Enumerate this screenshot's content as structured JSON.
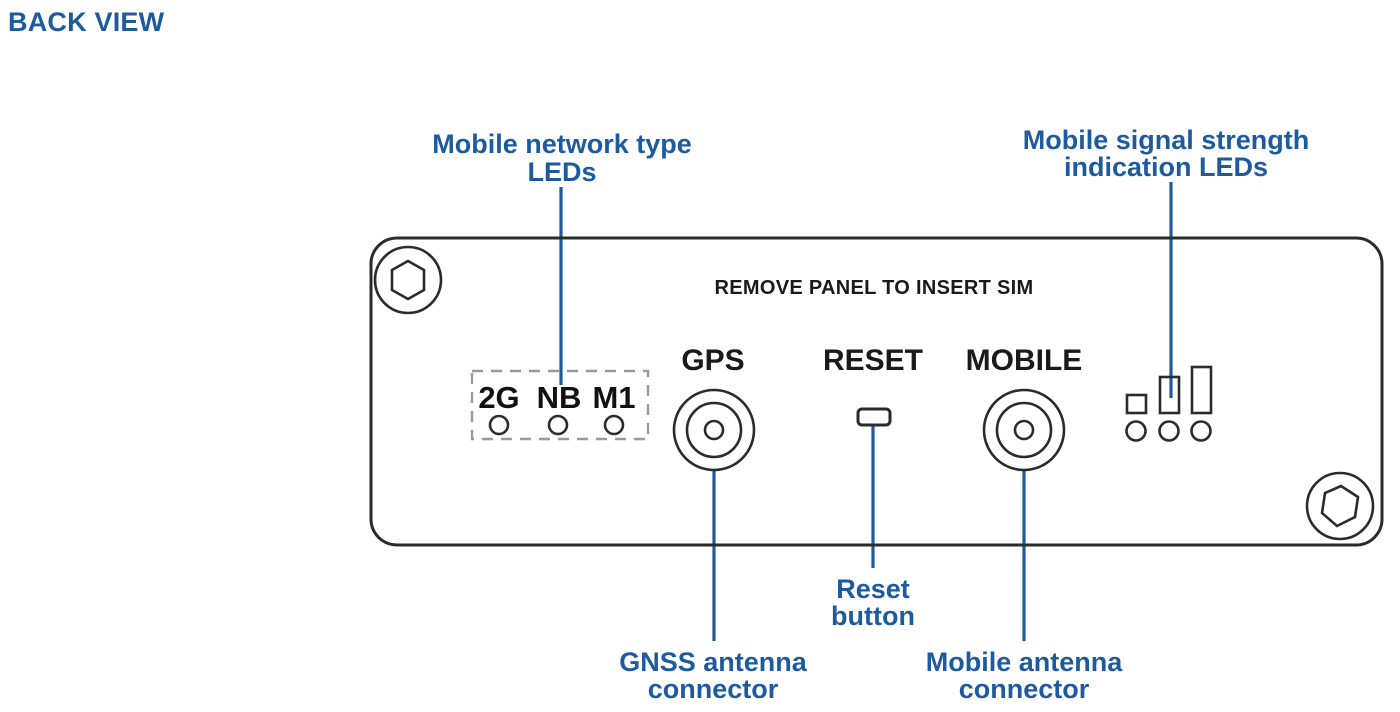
{
  "figure": {
    "title": "BACK VIEW",
    "accent_color": "#1d5a9e",
    "outline_color": "#2b2b2b",
    "dashed_color": "#9a9a9a",
    "background": "#ffffff"
  },
  "panel": {
    "sim_notice": "REMOVE PANEL TO INSERT SIM",
    "connector_labels": {
      "gps": "GPS",
      "reset": "RESET",
      "mobile": "MOBILE"
    },
    "network_leds": {
      "items": [
        {
          "label": "2G"
        },
        {
          "label": "NB"
        },
        {
          "label": "M1"
        }
      ]
    },
    "signal_indicator": {
      "bar_count": 3,
      "led_count": 3
    },
    "screws": [
      {
        "position": "top-left"
      },
      {
        "position": "bottom-right"
      }
    ]
  },
  "callouts": [
    {
      "id": "network-type-leds",
      "lines": [
        "Mobile network type",
        "LEDs"
      ],
      "anchor": "network-leds"
    },
    {
      "id": "signal-strength-leds",
      "lines": [
        "Mobile signal strength",
        "indication LEDs"
      ],
      "anchor": "signal-indicator"
    },
    {
      "id": "gnss-antenna-connector",
      "lines": [
        "GNSS  antenna",
        "connector"
      ],
      "anchor": "gps-connector"
    },
    {
      "id": "reset-button",
      "lines": [
        "Reset",
        "button"
      ],
      "anchor": "reset-hole"
    },
    {
      "id": "mobile-antenna-connector",
      "lines": [
        "Mobile antenna",
        "connector"
      ],
      "anchor": "mobile-connector"
    }
  ]
}
